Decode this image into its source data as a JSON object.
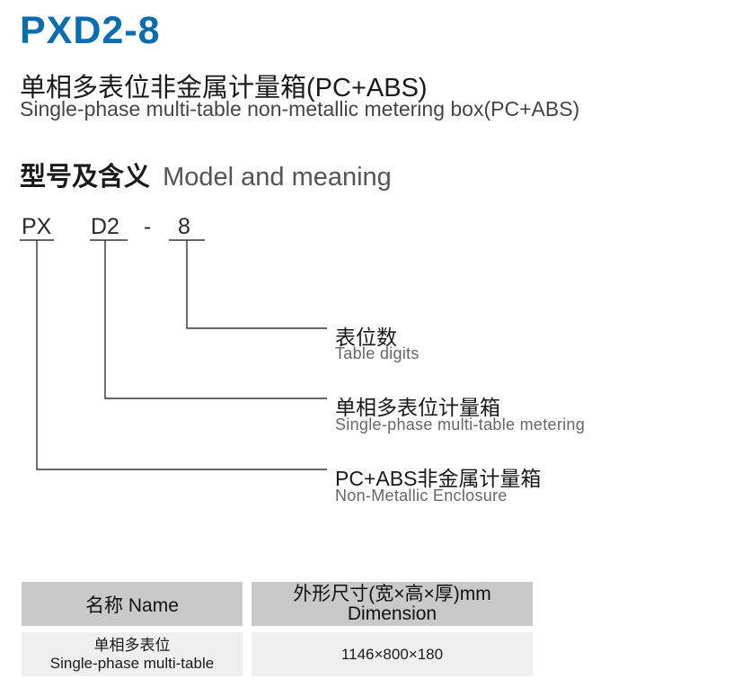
{
  "header": {
    "model": "PXD2-8",
    "title_cn": "单相多表位非金属计量箱(PC+ABS)",
    "title_en": "Single-phase multi-table non-metallic metering box(PC+ABS)"
  },
  "section": {
    "heading_cn": "型号及含义",
    "heading_en": "Model and meaning"
  },
  "code": {
    "part1": "PX",
    "part2": "D2",
    "dash": "-",
    "part3": "8"
  },
  "meanings": [
    {
      "cn": "表位数",
      "en": "Table digits"
    },
    {
      "cn": "单相多表位计量箱",
      "en": "Single-phase multi-table metering"
    },
    {
      "cn": "PC+ABS非金属计量箱",
      "en": "Non-Metallic Enclosure"
    }
  ],
  "table": {
    "headers": {
      "name": "名称 Name",
      "dimension_cn": "外形尺寸(宽×高×厚)mm",
      "dimension_en": "Dimension"
    },
    "rows": [
      {
        "name_cn": "单相多表位",
        "name_en": "Single-phase multi-table",
        "dimension": "1146×800×180"
      }
    ]
  },
  "colors": {
    "model_title": "#0a6db0",
    "table_header": "#c9c9c9",
    "table_body": "#efefef"
  }
}
